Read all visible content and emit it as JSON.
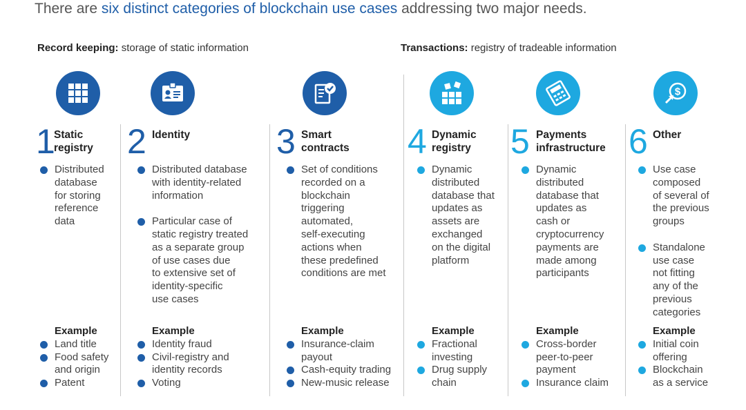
{
  "headline": {
    "pre": "There are ",
    "highlight": "six distinct categories of blockchain use cases",
    "post": " addressing two major needs."
  },
  "sections": {
    "record": {
      "bold": "Record keeping:",
      "rest": " storage of static information"
    },
    "transactions": {
      "bold": "Transactions:",
      "rest": " registry of tradeable information"
    }
  },
  "colors": {
    "dark_blue": "#1f5ea8",
    "light_blue": "#1ea8e0"
  },
  "example_label": "Example",
  "columns": [
    {
      "num": "1",
      "title_l1": "Static",
      "title_l2": "registry",
      "icon": "grid-icon",
      "bullets": [
        "Distributed\ndatabase\nfor storing\nreference\ndata"
      ],
      "examples": [
        "Land title",
        "Food safety\nand origin",
        "Patent"
      ]
    },
    {
      "num": "2",
      "title_l1": "Identity",
      "title_l2": "",
      "icon": "id-card-icon",
      "bullets": [
        "Distributed database\nwith identity-related\ninformation",
        "Particular case of\nstatic registry treated\nas a separate group\nof use cases due\nto extensive set of\nidentity-specific\nuse cases"
      ],
      "examples": [
        "Identity fraud",
        "Civil-registry and\nidentity records",
        "Voting"
      ]
    },
    {
      "num": "3",
      "title_l1": "Smart",
      "title_l2": "contracts",
      "icon": "contract-check-icon",
      "bullets": [
        "Set of conditions\nrecorded on a\nblockchain\ntriggering\nautomated,\nself-executing\nactions when\nthese predefined\nconditions are met"
      ],
      "examples": [
        "Insurance-claim\npayout",
        "Cash-equity trading",
        "New-music release"
      ]
    },
    {
      "num": "4",
      "title_l1": "Dynamic",
      "title_l2": "registry",
      "icon": "dynamic-blocks-icon",
      "bullets": [
        "Dynamic\ndistributed\ndatabase that\nupdates as\nassets are\nexchanged\non the digital\nplatform"
      ],
      "examples": [
        "Fractional\ninvesting",
        "Drug supply\nchain"
      ]
    },
    {
      "num": "5",
      "title_l1": "Payments",
      "title_l2": "infrastructure",
      "icon": "payment-machine-icon",
      "bullets": [
        "Dynamic\ndistributed\ndatabase that\nupdates as\ncash or\ncryptocurrency\npayments are\nmade among\nparticipants"
      ],
      "examples": [
        "Cross-border\npeer-to-peer\npayment",
        "Insurance claim"
      ]
    },
    {
      "num": "6",
      "title_l1": "Other",
      "title_l2": "",
      "icon": "coin-arrow-icon",
      "bullets": [
        "Use case\ncomposed\nof several of\nthe previous\ngroups",
        "Standalone\nuse case\nnot fitting\nany of the\nprevious\ncategories"
      ],
      "examples": [
        "Initial coin\noffering",
        "Blockchain\nas a service"
      ]
    }
  ]
}
